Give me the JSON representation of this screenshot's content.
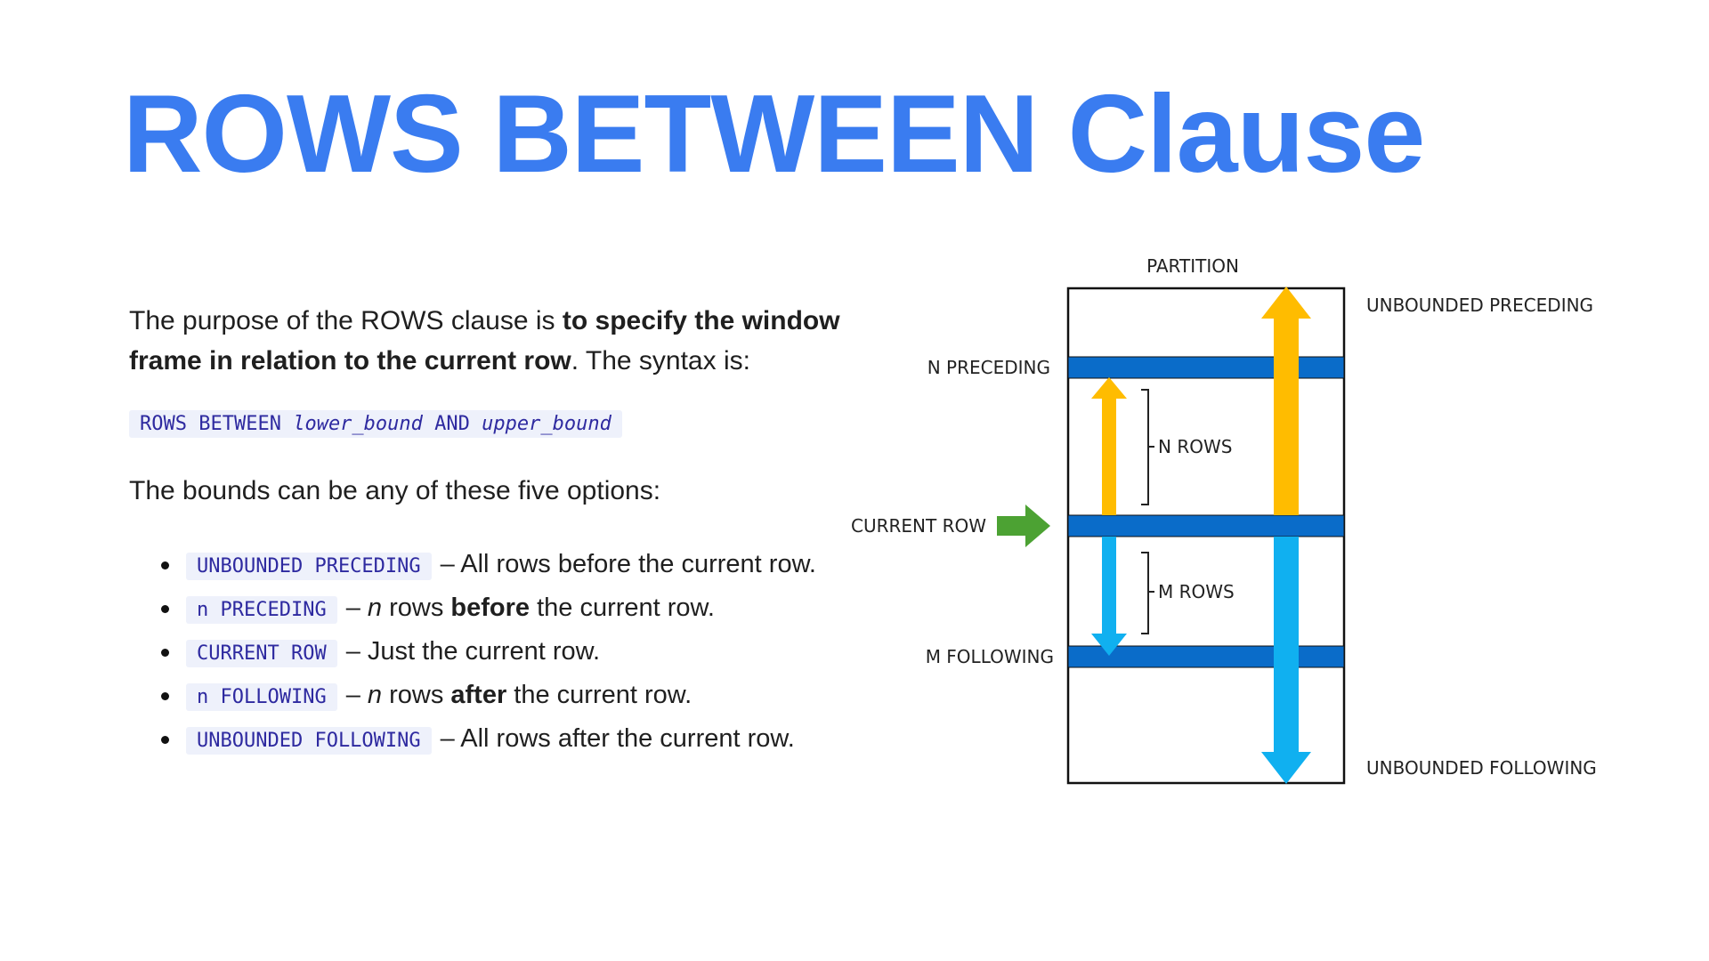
{
  "title": "ROWS BETWEEN Clause",
  "intro": {
    "pre": "The purpose of the ROWS clause is ",
    "bold": "to specify the window frame in relation to the current row",
    "post": ". The syntax is:"
  },
  "syntax": {
    "kw1": "ROWS BETWEEN",
    "arg1": "lower_bound",
    "kw2": "AND",
    "arg2": "upper_bound"
  },
  "bounds_intro": "The bounds can be any of these five options:",
  "options": [
    {
      "code": "UNBOUNDED PRECEDING",
      "pre": "– All rows before the current row.",
      "em": "",
      "mid": "",
      "bold": "",
      "post": ""
    },
    {
      "code": "n PRECEDING",
      "pre": "– ",
      "em": "n",
      "mid": " rows ",
      "bold": "before",
      "post": " the current row."
    },
    {
      "code": "CURRENT ROW",
      "pre": "– Just the current row.",
      "em": "",
      "mid": "",
      "bold": "",
      "post": ""
    },
    {
      "code": "n FOLLOWING",
      "pre": "– ",
      "em": "n",
      "mid": " rows ",
      "bold": "after",
      "post": " the current row."
    },
    {
      "code": "UNBOUNDED FOLLOWING",
      "pre": "– All rows after the current row.",
      "em": "",
      "mid": "",
      "bold": "",
      "post": ""
    }
  ],
  "diagram": {
    "partition": "PARTITION",
    "unbounded_preceding": "UNBOUNDED PRECEDING",
    "n_preceding": "N PRECEDING",
    "n_rows": "N ROWS",
    "current_row": "CURRENT ROW",
    "m_rows": "M ROWS",
    "m_following": "M FOLLOWING",
    "unbounded_following": "UNBOUNDED FOLLOWING",
    "colors": {
      "band": "#0a6cc9",
      "arrow_up": "#ffbc00",
      "arrow_down": "#10b0f0",
      "current_arrow": "#4ca233"
    }
  }
}
